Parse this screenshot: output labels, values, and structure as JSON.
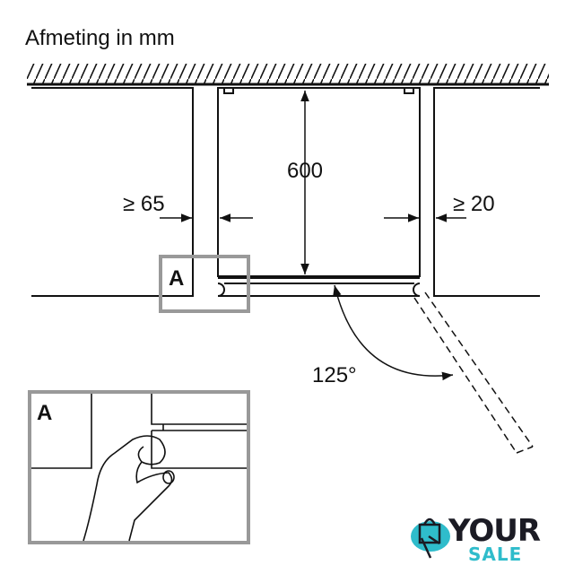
{
  "title": "Afmeting in mm",
  "dimensions": {
    "height": "600",
    "left_gap": "≥ 65",
    "right_gap": "≥ 20",
    "door_angle": "125°"
  },
  "detail_label": "A",
  "inset_label": "A",
  "logo": {
    "line1": "YOUR",
    "line2": "SALE",
    "accent_color": "#2fbccb",
    "dark_color": "#1b1b24"
  }
}
